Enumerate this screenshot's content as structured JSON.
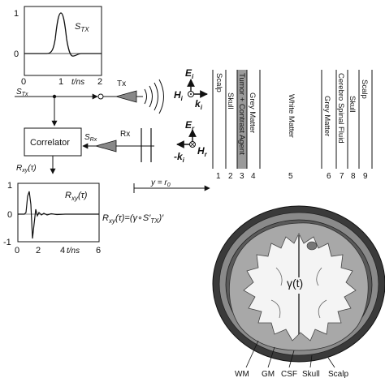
{
  "stx_plot": {
    "label": "S",
    "label_sub": "TX",
    "y_ticks": [
      "1",
      "0"
    ],
    "x_ticks": [
      "0",
      "1",
      "2"
    ],
    "x_unit": "t/ns"
  },
  "rxy_plot": {
    "label": "R",
    "label_sub": "xy",
    "label_arg": "(τ)",
    "y_ticks": [
      "1",
      "0",
      "-1"
    ],
    "x_ticks": [
      "0",
      "2",
      "4",
      "6"
    ],
    "x_unit": "t/ns"
  },
  "signals": {
    "stx": "S",
    "stx_sub": "Tx",
    "srx": "S",
    "srx_sub": "Rx",
    "rxy": "R",
    "rxy_sub": "xy",
    "rxy_arg": "(τ)"
  },
  "blocks": {
    "tx": "Tx",
    "rx": "Rx",
    "correlator": "Correlator"
  },
  "fields": {
    "ei": "E",
    "ei_sub": "i",
    "hi": "H",
    "hi_sub": "i",
    "ki": "k",
    "ki_sub": "i",
    "er": "E",
    "er_sub": "r",
    "hr": "H",
    "hr_sub": "r",
    "neg_ki": "-k",
    "neg_ki_sub": "i"
  },
  "equation": "R",
  "equation_sub": "xy",
  "equation_rest": "(τ)=(γ∘S′",
  "equation_sub2": "TX",
  "equation_end": ")′",
  "distance_label": "y = r",
  "distance_sub": "0",
  "layers": [
    {
      "num": "1",
      "label": "Scalp"
    },
    {
      "num": "2",
      "label": "Skull"
    },
    {
      "num": "3",
      "label": "Tumor + Contrast Agent"
    },
    {
      "num": "4",
      "label": "Grey Matter"
    },
    {
      "num": "5",
      "label": "White Matter"
    },
    {
      "num": "6",
      "label": "Grey Matter"
    },
    {
      "num": "7",
      "label": "Cerebro Spinal Fluid"
    },
    {
      "num": "8",
      "label": "Skull"
    },
    {
      "num": "9",
      "label": "Scalp"
    }
  ],
  "brain": {
    "center_label": "γ(t)",
    "bottom_labels": [
      "WM",
      "GM",
      "CSF",
      "Skull",
      "Scalp"
    ]
  }
}
